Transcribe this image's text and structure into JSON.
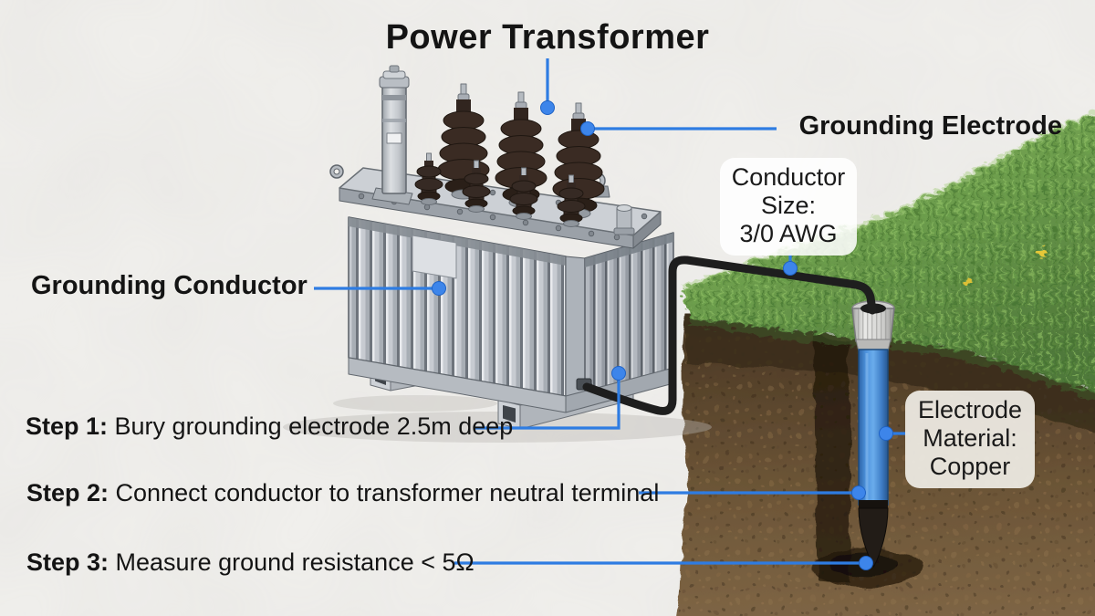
{
  "title": "Power Transformer",
  "labels": {
    "grounding_electrode": "Grounding Electrode",
    "grounding_conductor": "Grounding Conductor"
  },
  "callouts": {
    "conductor_size": {
      "line1": "Conductor",
      "line2": "Size:",
      "line3": "3/0 AWG"
    },
    "electrode_material": {
      "line1": "Electrode",
      "line2": "Material:",
      "line3": "Copper"
    }
  },
  "steps": [
    {
      "label": "Step 1:",
      "text": " Bury grounding electrode 2.5m deep"
    },
    {
      "label": "Step 2:",
      "text": " Connect conductor to transformer neutral terminal"
    },
    {
      "label": "Step 3:",
      "text": " Measure ground resistance < 5Ω"
    }
  ],
  "colors": {
    "accent_blue": "#2e7ce2",
    "pointer_dot": "#3d85ea",
    "cable_black": "#1e1e1e",
    "electrode_blue": "#4e93de",
    "grass_green": "#6d9d4d",
    "soil_brown": "#6b5436",
    "background": "#f1f0ed",
    "callout_bg": "#ffffff",
    "text": "#141414"
  }
}
